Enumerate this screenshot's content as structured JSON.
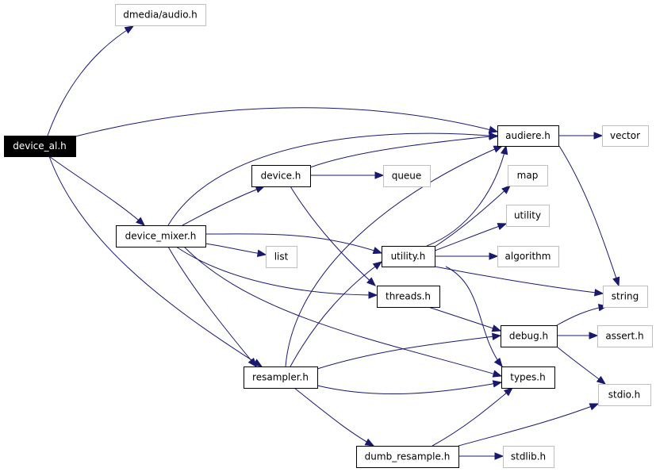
{
  "nodes": [
    {
      "id": "device_al",
      "label": "device_al.h",
      "style": "root"
    },
    {
      "id": "dmedia",
      "label": "dmedia/audio.h",
      "style": "external"
    },
    {
      "id": "audiere",
      "label": "audiere.h",
      "style": "local"
    },
    {
      "id": "vector",
      "label": "vector",
      "style": "external"
    },
    {
      "id": "device",
      "label": "device.h",
      "style": "local"
    },
    {
      "id": "queue",
      "label": "queue",
      "style": "external"
    },
    {
      "id": "map",
      "label": "map",
      "style": "external"
    },
    {
      "id": "utility",
      "label": "utility",
      "style": "external"
    },
    {
      "id": "device_mixer",
      "label": "device_mixer.h",
      "style": "local"
    },
    {
      "id": "list",
      "label": "list",
      "style": "external"
    },
    {
      "id": "utility_h",
      "label": "utility.h",
      "style": "local"
    },
    {
      "id": "algorithm",
      "label": "algorithm",
      "style": "external"
    },
    {
      "id": "string",
      "label": "string",
      "style": "external"
    },
    {
      "id": "threads",
      "label": "threads.h",
      "style": "local"
    },
    {
      "id": "debug",
      "label": "debug.h",
      "style": "local"
    },
    {
      "id": "assert",
      "label": "assert.h",
      "style": "external"
    },
    {
      "id": "resampler",
      "label": "resampler.h",
      "style": "local"
    },
    {
      "id": "types",
      "label": "types.h",
      "style": "local"
    },
    {
      "id": "stdio",
      "label": "stdio.h",
      "style": "external"
    },
    {
      "id": "dumb_resample",
      "label": "dumb_resample.h",
      "style": "local"
    },
    {
      "id": "stdlib",
      "label": "stdlib.h",
      "style": "external"
    }
  ],
  "edges": [
    [
      "device_al",
      "dmedia"
    ],
    [
      "device_al",
      "audiere"
    ],
    [
      "device_al",
      "device_mixer"
    ],
    [
      "device_al",
      "resampler"
    ],
    [
      "device_mixer",
      "device"
    ],
    [
      "device_mixer",
      "audiere"
    ],
    [
      "device_mixer",
      "utility_h"
    ],
    [
      "device_mixer",
      "list"
    ],
    [
      "device_mixer",
      "threads"
    ],
    [
      "device_mixer",
      "resampler"
    ],
    [
      "device_mixer",
      "types"
    ],
    [
      "device",
      "audiere"
    ],
    [
      "device",
      "queue"
    ],
    [
      "device",
      "threads"
    ],
    [
      "audiere",
      "vector"
    ],
    [
      "audiere",
      "string"
    ],
    [
      "utility_h",
      "audiere"
    ],
    [
      "utility_h",
      "map"
    ],
    [
      "utility_h",
      "utility"
    ],
    [
      "utility_h",
      "algorithm"
    ],
    [
      "utility_h",
      "string"
    ],
    [
      "utility_h",
      "types"
    ],
    [
      "threads",
      "debug"
    ],
    [
      "debug",
      "string"
    ],
    [
      "debug",
      "assert"
    ],
    [
      "debug",
      "stdio"
    ],
    [
      "resampler",
      "audiere"
    ],
    [
      "resampler",
      "utility_h"
    ],
    [
      "resampler",
      "debug"
    ],
    [
      "resampler",
      "types"
    ],
    [
      "resampler",
      "dumb_resample"
    ],
    [
      "dumb_resample",
      "types"
    ],
    [
      "dumb_resample",
      "stdio"
    ],
    [
      "dumb_resample",
      "stdlib"
    ]
  ],
  "colors": {
    "edge": "#191970",
    "root_fill": "#000000",
    "root_text": "#ffffff",
    "local_border": "#000000",
    "external_border": "#bfbfbf",
    "text": "#000000"
  }
}
